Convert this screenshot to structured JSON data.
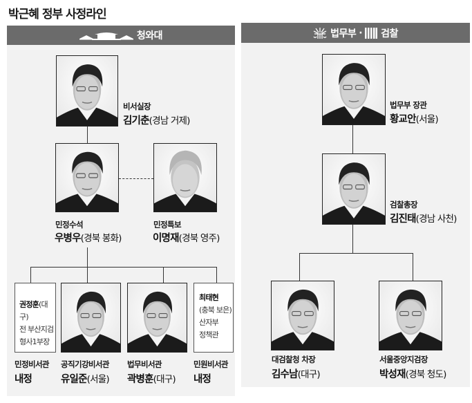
{
  "title": "박근혜 정부 사정라인",
  "panels": {
    "cheongwadae": {
      "header": "청와대",
      "header_icon": "blue-house-icon",
      "chief": {
        "role": "비서실장",
        "name": "김기춘",
        "origin": "(경남 거제)"
      },
      "senior": {
        "role": "민정수석",
        "name": "우병우",
        "origin": "(경북 봉화)"
      },
      "special": {
        "role": "민정특보",
        "name": "이명재",
        "origin": "(경북 영주)"
      },
      "secretaries": [
        {
          "role": "민정비서관",
          "name": "내정",
          "origin": "",
          "box": {
            "name": "권정훈",
            "origin": "(대구)",
            "line2": "전 부산지검",
            "line3": "형사1부장"
          }
        },
        {
          "role": "공직기강비서관",
          "name": "유일준",
          "origin": "(서울)"
        },
        {
          "role": "법무비서관",
          "name": "곽병훈",
          "origin": "(대구)"
        },
        {
          "role": "민원비서관",
          "name": "내정",
          "origin": "",
          "box": {
            "name": "최태현",
            "line2": "(충북 보은)",
            "line3": "산자부",
            "line4": "정책관"
          }
        }
      ]
    },
    "justice": {
      "header_part1": "법무부",
      "header_sep": "·",
      "header_part2": "검찰",
      "header_icon1": "justice-scale-icon",
      "header_icon2": "prosecution-bars-icon",
      "minister": {
        "role": "법무부 장관",
        "name": "황교안",
        "origin": "(서울)"
      },
      "prosecutor_general": {
        "role": "검찰총장",
        "name": "김진태",
        "origin": "(경남 사천)"
      },
      "deputies": [
        {
          "role": "대검찰청 차장",
          "name": "김수남",
          "origin": "(대구)"
        },
        {
          "role": "서울중앙지검장",
          "name": "박성재",
          "origin": "(경북 청도)"
        }
      ]
    }
  },
  "colors": {
    "header_bg": "#6b6b6b",
    "panel_bg": "#f2f2f2",
    "line": "#333333"
  }
}
